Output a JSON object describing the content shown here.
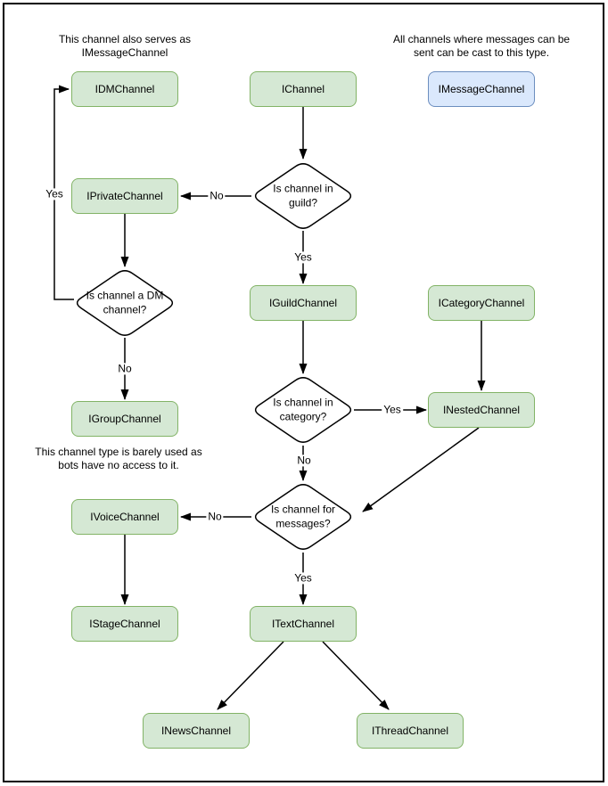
{
  "colors": {
    "node_fill": "#d5e8d4",
    "node_stroke": "#82b366",
    "decision_fill": "#ffe6cc",
    "decision_stroke": "#d79b00",
    "cast_fill": "#dae8fc",
    "cast_stroke": "#6c8ebf",
    "edge": "#000000",
    "text": "#000000",
    "page_border": "#000000"
  },
  "notes": {
    "dm_note": "This channel also serves as IMessageChannel",
    "message_note": "All channels where messages can be sent can be cast to this type.",
    "group_note": "This channel type is barely used as bots have no access to it."
  },
  "nodes": {
    "idm": "IDMChannel",
    "ichannel": "IChannel",
    "imessage": "IMessageChannel",
    "iprivate": "IPrivateChannel",
    "iguild": "IGuildChannel",
    "icategory": "ICategoryChannel",
    "igroup": "IGroupChannel",
    "inested": "INestedChannel",
    "ivoice": "IVoiceChannel",
    "istage": "IStageChannel",
    "itext": "ITextChannel",
    "inews": "INewsChannel",
    "ithread": "IThreadChannel"
  },
  "decisions": {
    "in_guild": "Is channel in guild?",
    "is_dm": "Is channel a DM channel?",
    "in_category": "Is channel in category?",
    "for_messages": "Is channel for messages?"
  },
  "edge_labels": {
    "guild_no": "No",
    "guild_yes": "Yes",
    "dm_yes": "Yes",
    "dm_no": "No",
    "category_yes": "Yes",
    "category_no": "No",
    "messages_no": "No",
    "messages_yes": "Yes"
  }
}
